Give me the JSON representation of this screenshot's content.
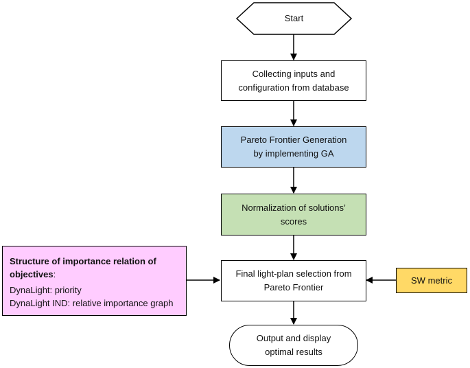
{
  "diagram": {
    "start": "Start",
    "collect": {
      "line1": "Collecting inputs and",
      "line2": "configuration from database"
    },
    "pareto_gen": {
      "line1": "Pareto Frontier Generation",
      "line2": "by implementing GA"
    },
    "normalize": {
      "line1": "Normalization of solutions’",
      "line2": "scores"
    },
    "selection": {
      "line1": "Final light-plan selection from",
      "line2": "Pareto Frontier"
    },
    "output": {
      "line1": "Output and display",
      "line2": "optimal results"
    },
    "structure": {
      "title_line1": "Structure of importance relation of",
      "title_line2": "objectives",
      "title_suffix": ":",
      "item1": "DynaLight: priority",
      "item2": "DynaLight IND: relative importance graph"
    },
    "sw_metric": "SW metric"
  },
  "colors": {
    "pareto_fill": "#bdd7ee",
    "normalize_fill": "#c5e0b4",
    "structure_fill": "#ffccff",
    "sw_fill": "#ffd966"
  }
}
